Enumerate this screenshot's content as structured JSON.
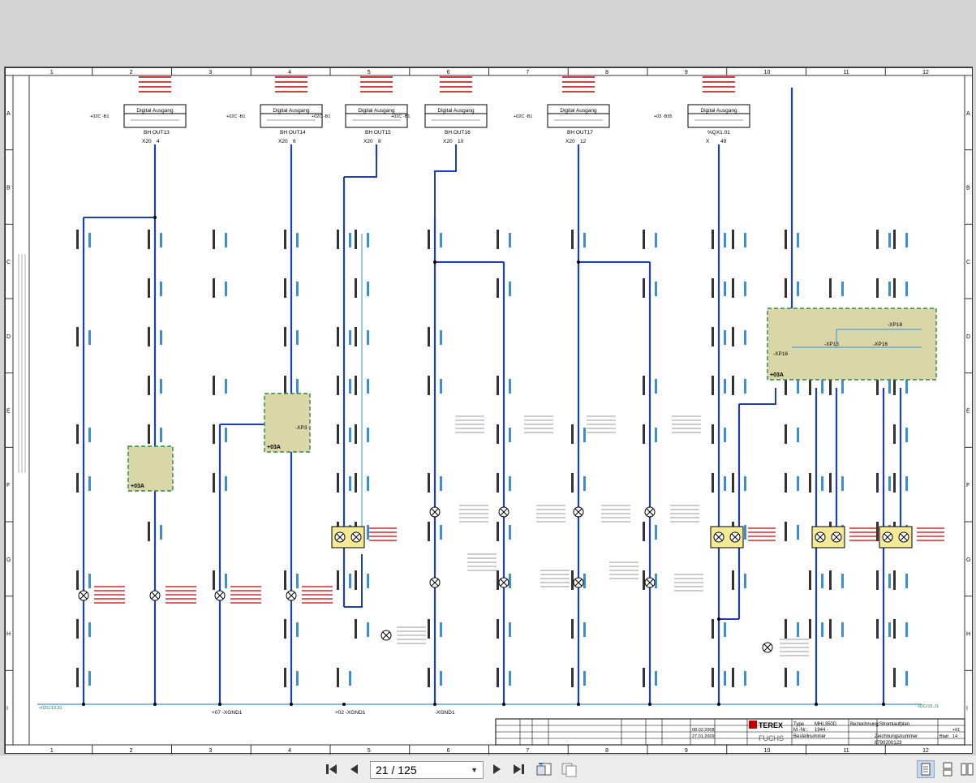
{
  "toolbar": {
    "page_indicator": "21 / 125",
    "first_page_icon": "first-page-icon",
    "prev_page_icon": "prev-page-icon",
    "next_page_icon": "next-page-icon",
    "last_page_icon": "last-page-icon",
    "rotate_icon": "rotate-icon",
    "copy_icon": "copy-icon",
    "view_single_icon": "single-page-view-icon",
    "view_continuous_icon": "continuous-view-icon",
    "view_twopage_icon": "two-page-view-icon"
  },
  "drawing": {
    "columns": [
      "1",
      "2",
      "3",
      "4",
      "5",
      "6",
      "7",
      "8",
      "9",
      "10",
      "11",
      "12"
    ],
    "rows": [
      "A",
      "B",
      "C",
      "D",
      "E",
      "F",
      "G",
      "H",
      "I"
    ],
    "modules": [
      {
        "ref": "+02C -B1",
        "title": "Digital Ausgang",
        "code": "BH OUT13",
        "term": "X20",
        "pin": "4"
      },
      {
        "ref": "+02C -B1",
        "title": "Digital Ausgang",
        "code": "BH OUT14",
        "term": "X20",
        "pin": "6"
      },
      {
        "ref": "+02C -B1",
        "title": "Digital Ausgang",
        "code": "BH OUT15",
        "term": "X20",
        "pin": "8"
      },
      {
        "ref": "+02C -B1",
        "title": "Digital Ausgang",
        "code": "BH OUT16",
        "term": "X20",
        "pin": "10"
      },
      {
        "ref": "+02C -B1",
        "title": "Digital Ausgang",
        "code": "BH OUT17",
        "term": "X20",
        "pin": "12"
      },
      {
        "ref": "+03 -B35",
        "title": "Digital Ausgang",
        "code": "%QX1.01",
        "term": "X",
        "pin": "49"
      }
    ],
    "labels": {
      "xp3": "-XP3",
      "xp16a": "-XP16",
      "xp16b": "-XP16",
      "xp16c": "-XP16",
      "xp18": "-XP18",
      "box_03a_1": "+03A",
      "box_03a_2": "+03A",
      "box_03a_3": "+03A",
      "gnd_1": "+07 -XGND1",
      "gnd_2": "+02 -XGND1",
      "gnd_3": "-XGND1",
      "bottom_left_ref": "+02C/13.31",
      "bottom_right_ref": "-02C/15.J1"
    },
    "title_block": {
      "type_label": "Type",
      "type_value": "MHL350D",
      "mnr_label": "M.-Nr.:",
      "mnr_value": "1944 -",
      "bez_label": "Bezeichnung:",
      "bez_value": "Stromlaufplan",
      "bestell_label": "Bestellnummer",
      "zeichnung_label": "Zeichnungsnummer",
      "zeichnung_value": "6790200123",
      "brand_top": "TEREX",
      "brand_bottom": "FUCHS",
      "date_1": "08.02.2008",
      "date_2": "27.01.2009",
      "sheet_label": "Blatt",
      "sheet_value": "14",
      "anlage_value": "+01"
    }
  },
  "colors": {
    "wire_blue": "#1e3fb4",
    "wire_light": "#3a8fd8",
    "red_text": "#cc0000",
    "box_fill": "#d9d7a8",
    "box_border": "#2f8a3a",
    "lamp_fill": "#f4ea95"
  }
}
